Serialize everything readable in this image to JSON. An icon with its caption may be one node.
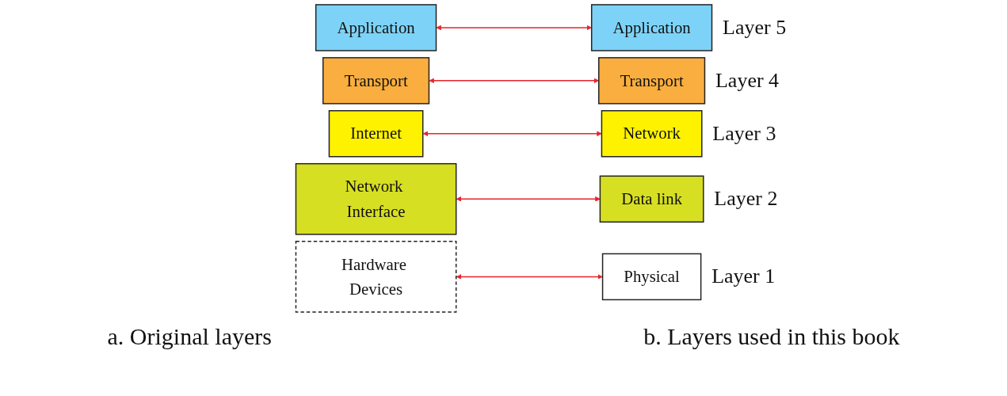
{
  "diagram": {
    "nodes": [
      {
        "text": [
          "Application"
        ]
      },
      {
        "text": [
          "Transport"
        ]
      },
      {
        "text": [
          "Internet"
        ]
      },
      {
        "text": [
          "Network Interface"
        ]
      },
      {
        "text": [
          "Hardware Devices"
        ]
      },
      {
        "text": [
          "Application"
        ],
        "beside": [
          "Layer 5"
        ]
      },
      {
        "text": [
          "Transport"
        ],
        "beside": [
          "Layer 4"
        ]
      },
      {
        "text": [
          "Network"
        ],
        "beside": [
          "Layer 3"
        ]
      },
      {
        "text": [
          "Data link"
        ],
        "beside": [
          "Layer 2"
        ]
      },
      {
        "text": [
          "Physical"
        ],
        "beside": [
          "Layer 1"
        ]
      }
    ],
    "edges": [
      {
        "from": 0,
        "to": 5,
        "arrow": "both"
      },
      {
        "from": 1,
        "to": 6,
        "arrow": "both"
      },
      {
        "from": 2,
        "to": 7,
        "arrow": "both"
      },
      {
        "from": 3,
        "to": 8,
        "arrow": "both"
      },
      {
        "from": 4,
        "to": 9,
        "arrow": "both"
      }
    ],
    "labels": [
      "a. Original layers",
      "b. Layers used in this book"
    ]
  }
}
